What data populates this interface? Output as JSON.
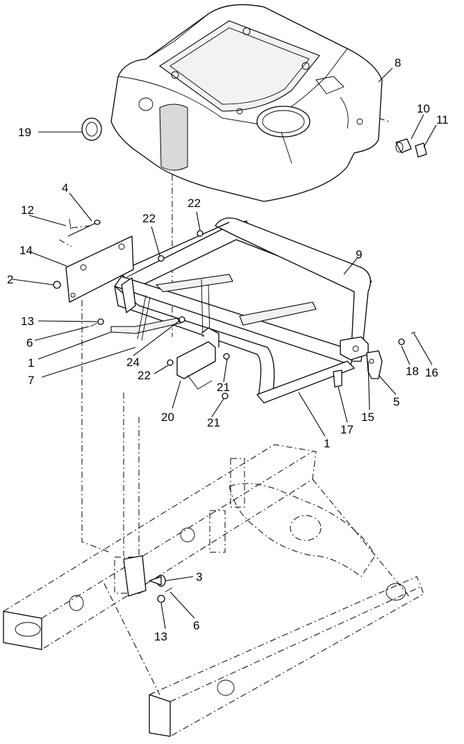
{
  "callouts": [
    "8",
    "10",
    "11",
    "19",
    "4",
    "12",
    "14",
    "2",
    "13",
    "6",
    "1",
    "7",
    "22",
    "22",
    "24",
    "20",
    "21",
    "21",
    "9",
    "16",
    "18",
    "5",
    "15",
    "17",
    "1",
    "3",
    "6",
    "13",
    "22"
  ]
}
